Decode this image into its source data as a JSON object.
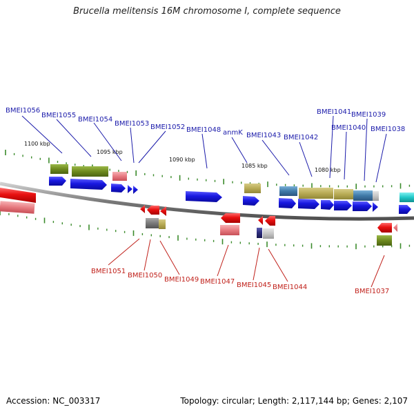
{
  "title": "Brucella melitensis 16M chromosome I, complete sequence",
  "footer": {
    "accession": "Accession: NC_003317",
    "topology": "Topology: circular; Length: 2,117,144 bp; Genes: 2,107"
  },
  "colors": {
    "forward_label": "#1a1aaa",
    "reverse_label": "#c0201a",
    "forward_gene": "#1f1fd8",
    "reverse_gene": "#e01414",
    "rrna_olive": "#6e8a1e",
    "khaki": "#b8ab55",
    "steel_blue": "#3f7aa8",
    "pink": "#e77a80",
    "gray": "#808080",
    "navy": "#2c2c7a",
    "cyan": "#20c8c8",
    "backbone": "#8f8f8f",
    "tick": "#3a8a2a"
  },
  "scale_labels": [
    "1100 kbp",
    "1095 kbp",
    "1090 kbp",
    "1085 kbp",
    "1080 kbp"
  ],
  "forward_labels": [
    "BMEI1056",
    "BMEI1055",
    "BMEI1054",
    "BMEI1053",
    "BMEI1052",
    "BMEI1048",
    "anmK",
    "BMEI1043",
    "BMEI1042",
    "BMEI1041",
    "BMEI1040",
    "BMEI1039",
    "BMEI1038"
  ],
  "reverse_labels": [
    "BMEI1051",
    "BMEI1050",
    "BMEI1049",
    "BMEI1047",
    "BMEI1045",
    "BMEI1044",
    "BMEI1037"
  ]
}
